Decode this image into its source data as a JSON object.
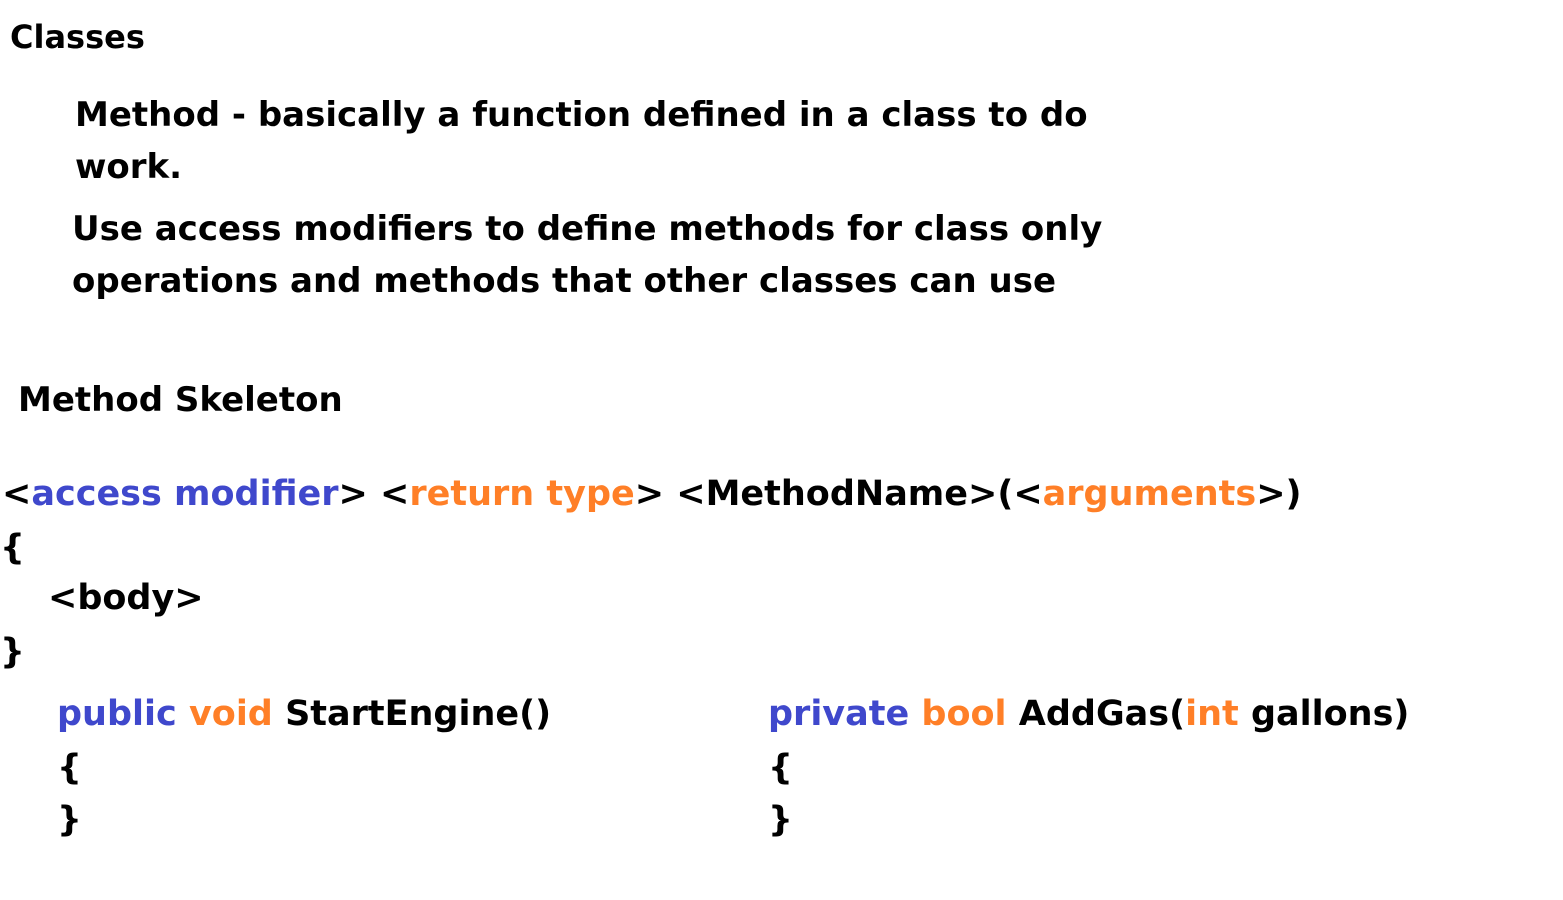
{
  "heading": "Classes",
  "definition": {
    "line1": "Method - basically a function defined in a class to do",
    "line2": "work."
  },
  "access_note": {
    "line1": "Use access modifiers to define methods for class only",
    "line2": "operations and methods that other classes can use"
  },
  "skeleton": {
    "title": "Method Skeleton",
    "lt1": "<",
    "access_modifier": "access modifier",
    "gt_lt": "> <",
    "return_type": "return type",
    "method_name": "> <MethodName>(<",
    "arguments": "arguments",
    "close": ">)",
    "open_brace": "{",
    "body": "<body>",
    "close_brace": "}"
  },
  "example1": {
    "access": "public",
    "type": "void",
    "signature": "StartEngine()",
    "open_brace": "{",
    "close_brace": "}"
  },
  "example2": {
    "access": "private",
    "type": "bool",
    "name": "AddGas(",
    "param_type": "int",
    "param_rest": "gallons)",
    "open_brace": "{",
    "close_brace": "}"
  },
  "colors": {
    "keyword_blue": "#3f48cc",
    "type_orange": "#ff7f27",
    "text": "#000000"
  }
}
